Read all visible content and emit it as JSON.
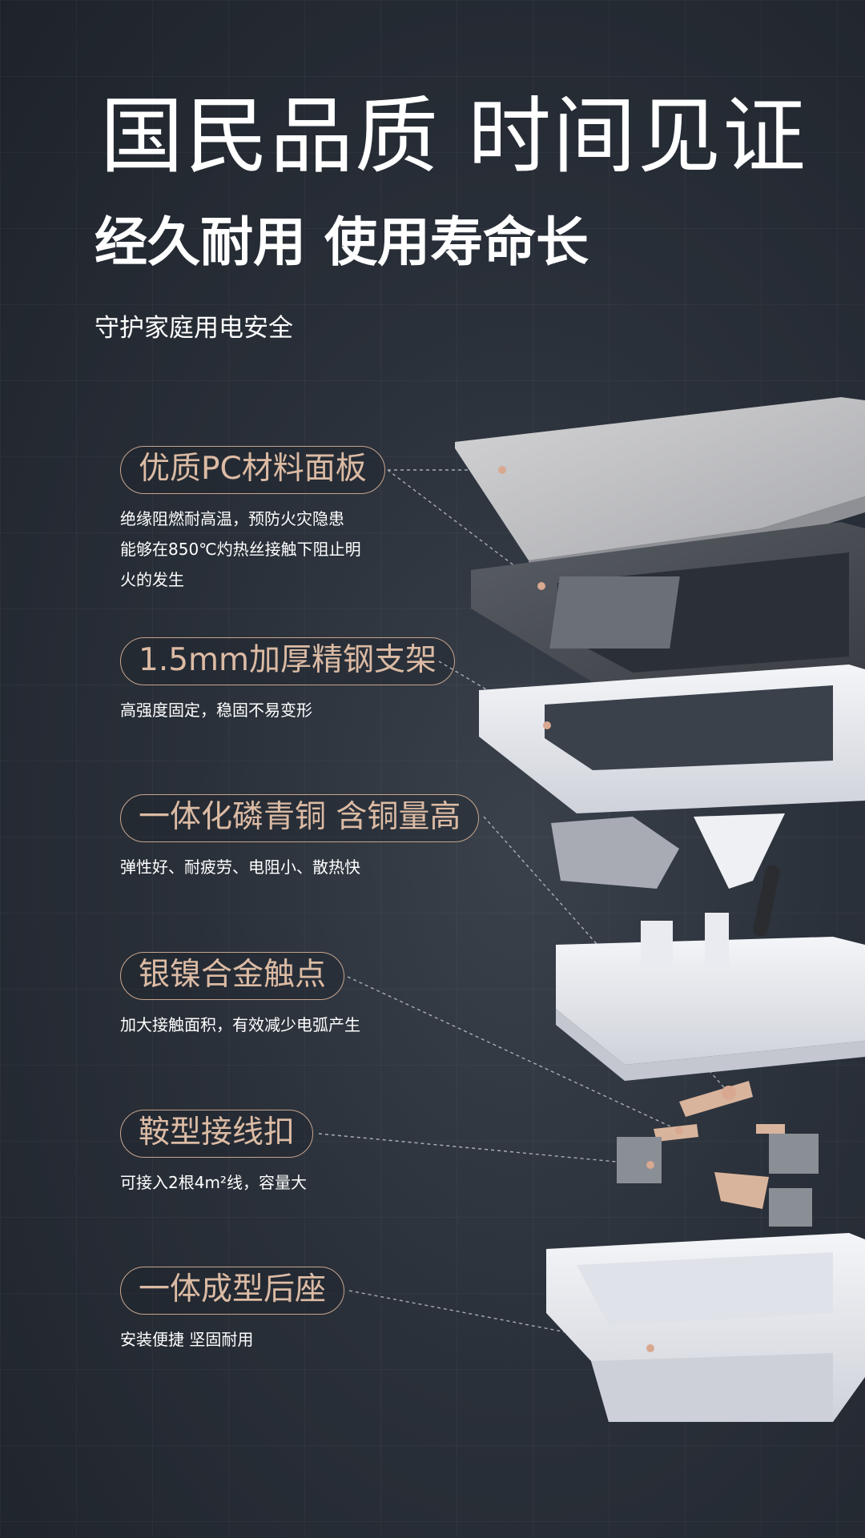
{
  "header": {
    "title": "国民品质 时间见证",
    "subtitle": "经久耐用 使用寿命长",
    "tagline": "守护家庭用电安全"
  },
  "features": [
    {
      "label": "优质PC材料面板",
      "desc": [
        "绝缘阻燃耐高温，预防火灾隐患",
        "能够在850℃灼热丝接触下阻止明",
        "火的发生"
      ]
    },
    {
      "label": "1.5mm加厚精钢支架",
      "desc": [
        "高强度固定，稳固不易变形"
      ]
    },
    {
      "label": "一体化磷青铜 含铜量高",
      "desc": [
        "弹性好、耐疲劳、电阻小、散热快"
      ]
    },
    {
      "label": "银镍合金触点",
      "desc": [
        "加大接触面积，有效减少电弧产生"
      ]
    },
    {
      "label": "鞍型接线扣",
      "desc": [
        "可接入2根4m²线，容量大"
      ]
    },
    {
      "label": "一体成型后座",
      "desc": [
        "安装便捷 坚固耐用"
      ]
    }
  ],
  "colors": {
    "background": "#2a3039",
    "accent": "#c6a58e",
    "text": "#ffffff"
  }
}
